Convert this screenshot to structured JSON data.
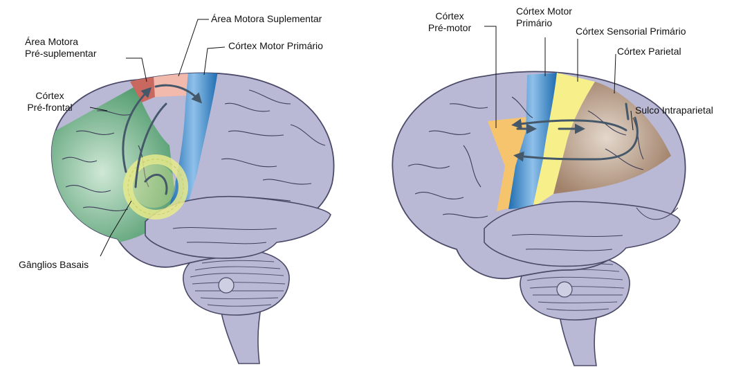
{
  "left_brain": {
    "labels": {
      "sma": "Área Motora Suplementar",
      "presma_line1": "Área Motora",
      "presma_line2": "Pré-suplementar",
      "prefrontal_line1": "Córtex",
      "prefrontal_line2": "Pré-frontal",
      "m1": "Córtex Motor Primário",
      "basal_ganglia": "Gânglios Basais"
    }
  },
  "right_brain": {
    "labels": {
      "premotor_line1": "Córtex",
      "premotor_line2": "Pré-motor",
      "m1_line1": "Córtex Motor",
      "m1_line2": "Primário",
      "s1": "Córtex Sensorial Primário",
      "parietal": "Córtex Parietal",
      "ips": "Sulco Intraparietal"
    }
  },
  "colors": {
    "brain": "#b9b9d6",
    "brain_stroke": "#4a4a68",
    "prefrontal": "#4f9a6c",
    "presma": "#c8685f",
    "sma": "#f2b9ad",
    "motor": "#2f7fc4",
    "sensory": "#f7ef8a",
    "premotor": "#f6c46c",
    "parietal": "#a08068",
    "basal_ring": "#e7ea8c",
    "arrow": "#45586a"
  }
}
